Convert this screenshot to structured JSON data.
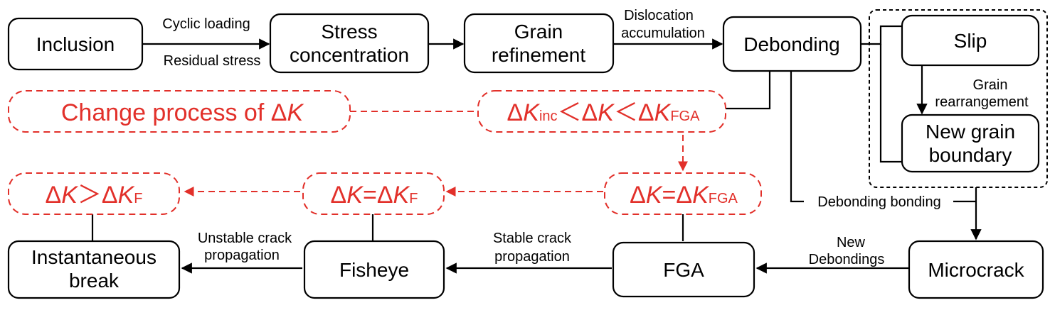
{
  "nodes": {
    "inclusion": "Inclusion",
    "stress": [
      "Stress",
      "concentration"
    ],
    "grain": [
      "Grain",
      "refinement"
    ],
    "debonding": "Debonding",
    "slip": "Slip",
    "new_grain": [
      "New grain",
      "boundary"
    ],
    "microcrack": "Microcrack",
    "fga": "FGA",
    "fisheye": "Fisheye",
    "instant": [
      "Instantaneous",
      "break"
    ]
  },
  "edges": {
    "cyclic_loading": "Cyclic loading",
    "residual_stress": "Residual stress",
    "dislocation": [
      "Dislocation",
      "accumulation"
    ],
    "grain_rearr": [
      "Grain",
      "rearrangement"
    ],
    "debonding_bonding": "Debonding bonding",
    "new_debondings": [
      "New",
      "Debondings"
    ],
    "stable": [
      "Stable crack",
      "propagation"
    ],
    "unstable": [
      "Unstable crack",
      "propagation"
    ]
  },
  "dk": {
    "change": {
      "prefix": "Change process of ",
      "delta": "Δ",
      "k": "K"
    },
    "range": {
      "d1": "Δ",
      "k1": "K",
      "sub1": "inc",
      "lt1": "＜",
      "d2": "Δ",
      "k2": "K",
      "lt2": "＜",
      "d3": "Δ",
      "k3": "K",
      "sub3": "FGA"
    },
    "fga_eq": {
      "d1": "Δ",
      "k1": "K",
      "eq": "=",
      "d2": "Δ",
      "k2": "K",
      "sub": "FGA"
    },
    "f_eq": {
      "d1": "Δ",
      "k1": "K",
      "eq": "=",
      "d2": "Δ",
      "k2": "K",
      "sub": "F"
    },
    "f_gt": {
      "d1": "Δ",
      "k1": "K",
      "gt": "＞",
      "d2": "Δ",
      "k2": "K",
      "sub": "F"
    }
  },
  "colors": {
    "box_stroke": "#000000",
    "dk_red": "#e2302a"
  }
}
